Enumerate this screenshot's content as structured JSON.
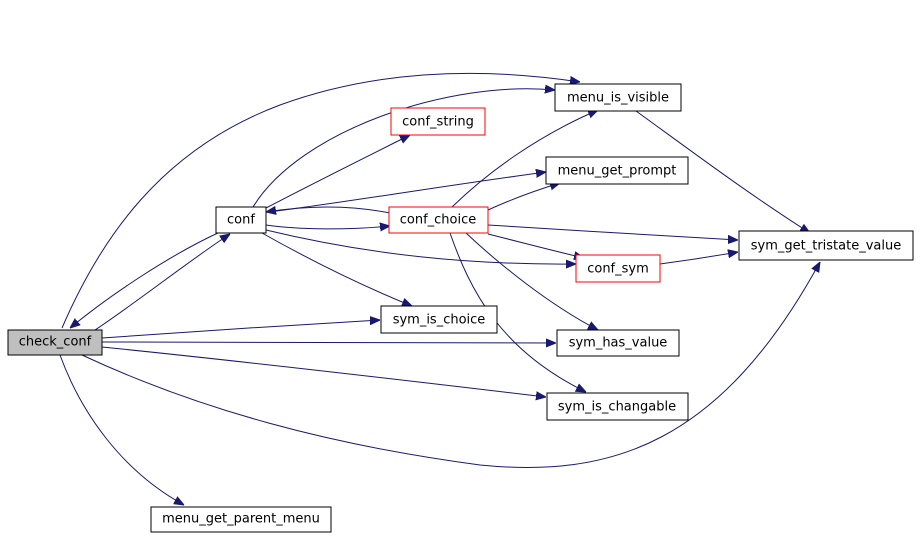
{
  "colors": {
    "edge": "#191970",
    "node_border": "#000000",
    "node_border_incomplete": "#ff0000",
    "node_fill": "#ffffff",
    "root_fill": "#bfbfbf"
  },
  "nodes": {
    "check_conf": {
      "label": "check_conf",
      "root": true
    },
    "conf": {
      "label": "conf"
    },
    "conf_string": {
      "label": "conf_string",
      "incomplete": true
    },
    "conf_choice": {
      "label": "conf_choice",
      "incomplete": true
    },
    "conf_sym": {
      "label": "conf_sym",
      "incomplete": true
    },
    "menu_is_visible": {
      "label": "menu_is_visible"
    },
    "menu_get_prompt": {
      "label": "menu_get_prompt"
    },
    "sym_get_tristate_value": {
      "label": "sym_get_tristate_value"
    },
    "sym_is_choice": {
      "label": "sym_is_choice"
    },
    "sym_has_value": {
      "label": "sym_has_value"
    },
    "sym_is_changable": {
      "label": "sym_is_changable"
    },
    "menu_get_parent_menu": {
      "label": "menu_get_parent_menu"
    }
  },
  "edges": [
    [
      "check_conf",
      "menu_is_visible"
    ],
    [
      "check_conf",
      "conf"
    ],
    [
      "conf",
      "check_conf"
    ],
    [
      "check_conf",
      "sym_is_choice"
    ],
    [
      "check_conf",
      "sym_has_value"
    ],
    [
      "check_conf",
      "sym_is_changable"
    ],
    [
      "check_conf",
      "sym_get_tristate_value"
    ],
    [
      "check_conf",
      "menu_get_parent_menu"
    ],
    [
      "conf",
      "menu_is_visible"
    ],
    [
      "conf",
      "conf_string"
    ],
    [
      "conf",
      "menu_get_prompt"
    ],
    [
      "conf",
      "conf_choice"
    ],
    [
      "conf_choice",
      "conf"
    ],
    [
      "conf",
      "conf_sym"
    ],
    [
      "conf",
      "sym_is_choice"
    ],
    [
      "conf_choice",
      "menu_is_visible"
    ],
    [
      "conf_choice",
      "menu_get_prompt"
    ],
    [
      "conf_choice",
      "sym_get_tristate_value"
    ],
    [
      "conf_choice",
      "conf_sym"
    ],
    [
      "conf_choice",
      "sym_has_value"
    ],
    [
      "conf_choice",
      "sym_is_changable"
    ],
    [
      "conf_sym",
      "sym_get_tristate_value"
    ],
    [
      "menu_is_visible",
      "sym_get_tristate_value"
    ]
  ]
}
